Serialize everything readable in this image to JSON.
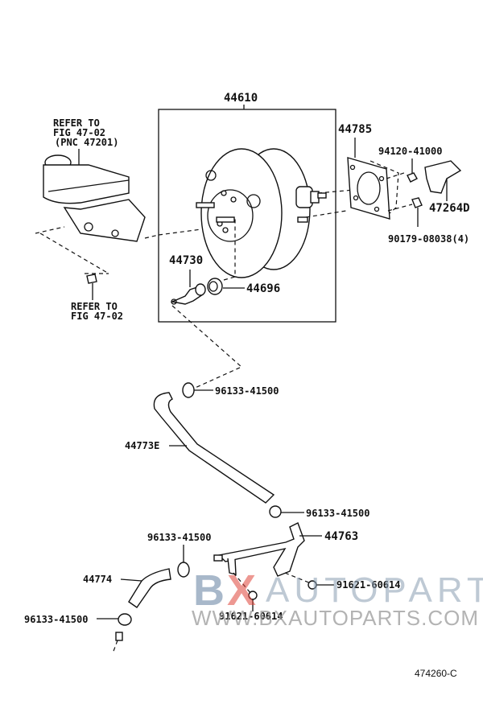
{
  "diagram": {
    "figure_code": "474260-C",
    "watermark": {
      "brand_b": "B",
      "brand_x": "X",
      "brand_rest": "AUTOPARTS",
      "url": "WWW.BXAUTOPARTS.COM",
      "colors": {
        "blue": "#6f8aa8",
        "red": "#e0443a",
        "gray": "#9a9a9a"
      }
    },
    "notes": {
      "master_cylinder_ref": [
        "REFER TO",
        "FIG 47-02",
        "(PNC 47201)"
      ],
      "nut_ref": [
        "REFER TO",
        "FIG 47-02"
      ]
    },
    "parts": {
      "booster_assembly": "44610",
      "gasket": "44785",
      "nut_upper": "94120-41000",
      "bracket": "47264D",
      "nut_lower": "90179-08038(4)",
      "check_valve": "44730",
      "grommet": "44696",
      "clamp_1": "96133-41500",
      "hose_upper": "44773E",
      "clamp_2": "96133-41500",
      "clamp_3": "96133-41500",
      "pipe": "44763",
      "hose_lower": "44774",
      "bolt_right": "91621-60614",
      "bolt_center": "91621-60614",
      "clamp_4": "96133-41500"
    }
  }
}
